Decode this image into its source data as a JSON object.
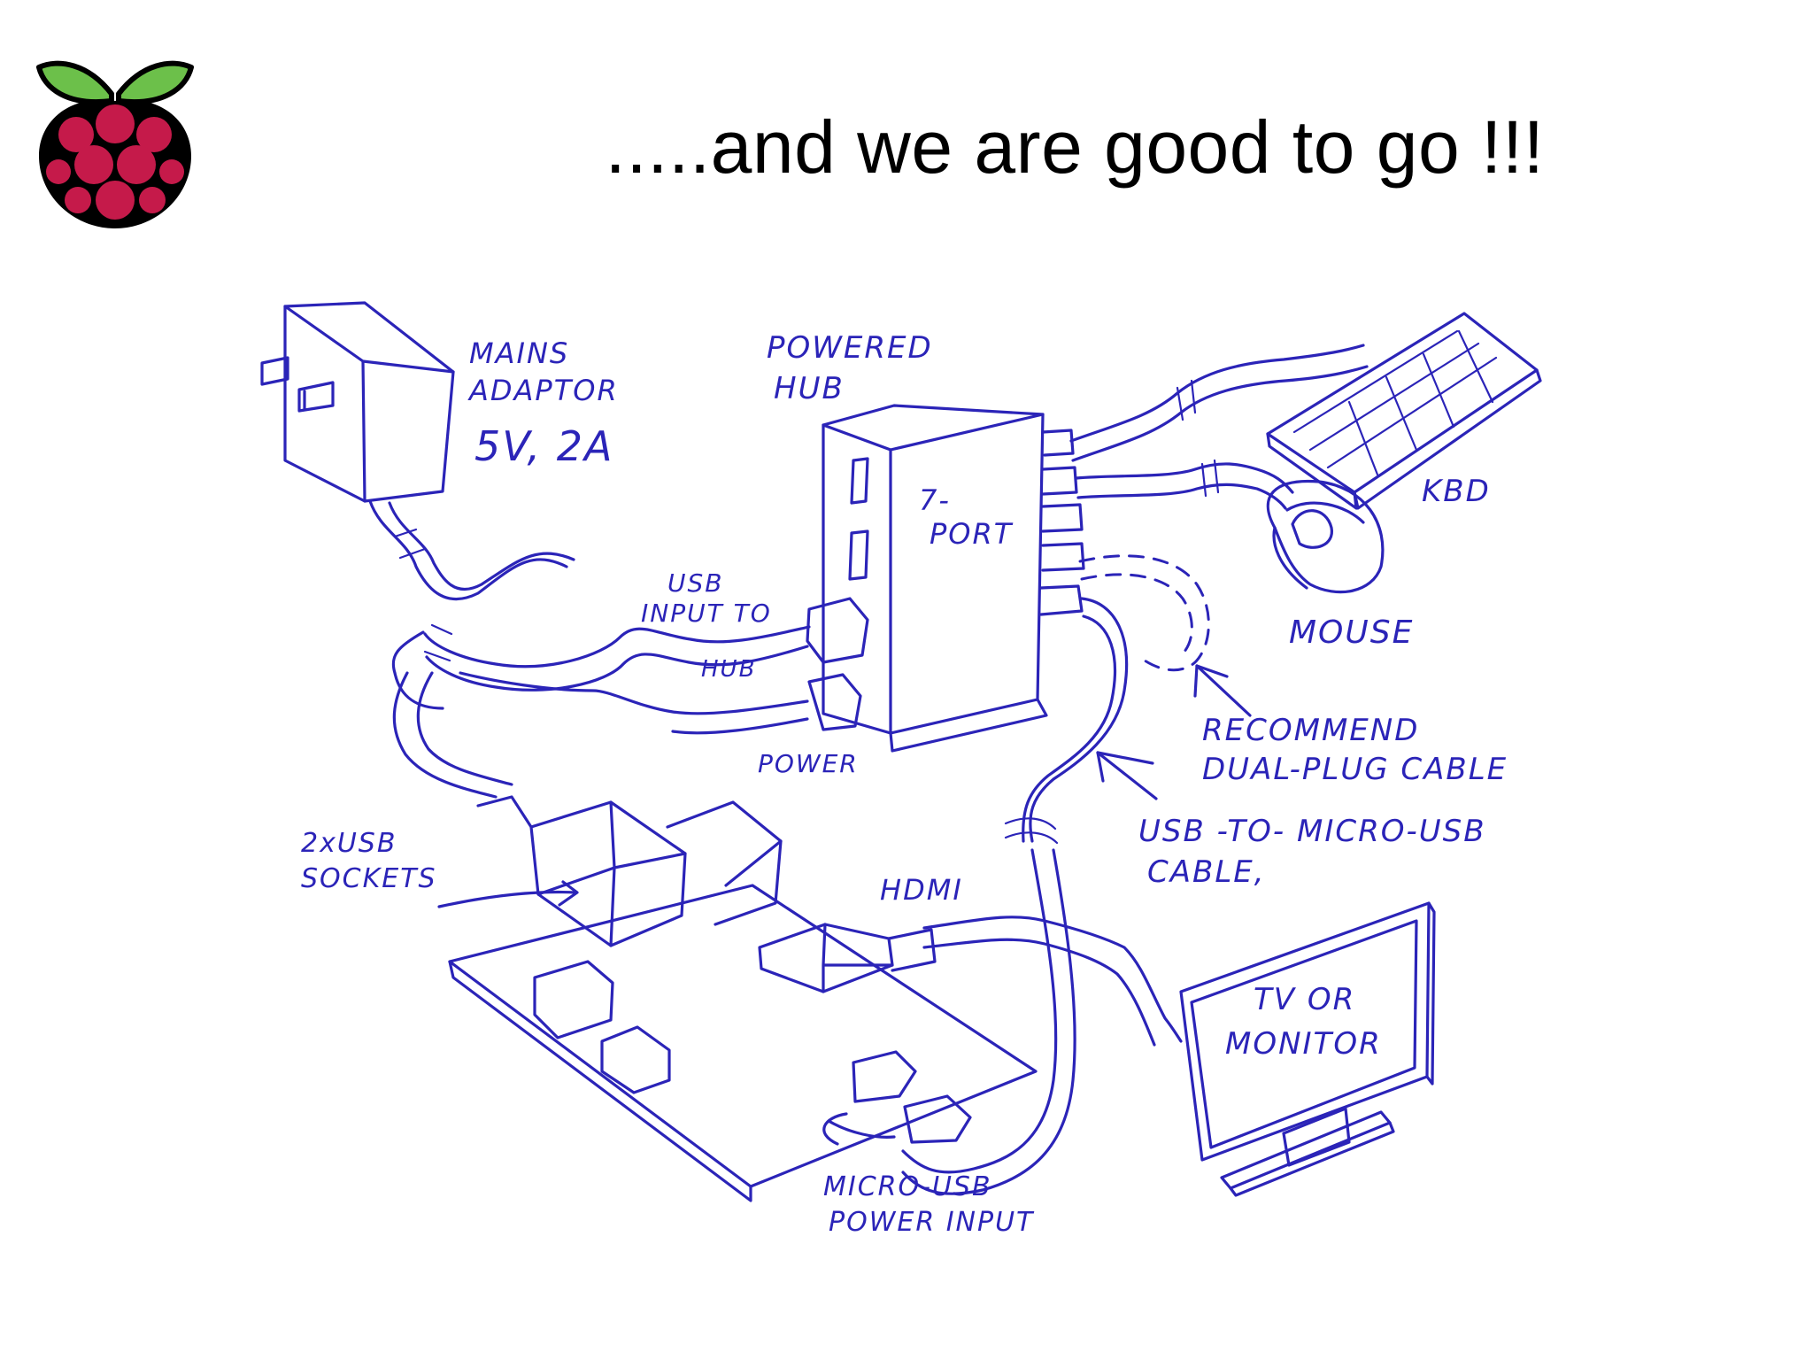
{
  "slide": {
    "title": ".....and we are good to go !!!"
  },
  "logo": {
    "icon": "raspberry-pi-logo",
    "colors": {
      "berry": "#c51a4a",
      "leaf": "#6cc04a",
      "outline": "#000000"
    }
  },
  "diagram": {
    "ink_color": "#2b24b8",
    "labels": {
      "mains_adaptor_1": "MAINS",
      "mains_adaptor_2": "ADAPTOR",
      "mains_rating": "5V, 2A",
      "powered_hub_1": "POWERED",
      "powered_hub_2": "HUB",
      "hub_ports_1": "7-",
      "hub_ports_2": "PORT",
      "usb_input_1": "USB",
      "usb_input_2": "INPUT TO",
      "usb_input_3": "HUB",
      "hub_power": "POWER",
      "keyboard": "KBD",
      "mouse": "MOUSE",
      "recommend_1": "RECOMMEND",
      "recommend_2": "DUAL-PLUG CABLE",
      "usb_cable_1": "USB -TO- MICRO-USB",
      "usb_cable_2": "CABLE,",
      "usb_sockets_1": "2xUSB",
      "usb_sockets_2": "SOCKETS",
      "hdmi": "HDMI",
      "tv_1": "TV OR",
      "tv_2": "MONITOR",
      "micro_usb_1": "MICRO-USB",
      "micro_usb_2": "POWER INPUT"
    }
  }
}
